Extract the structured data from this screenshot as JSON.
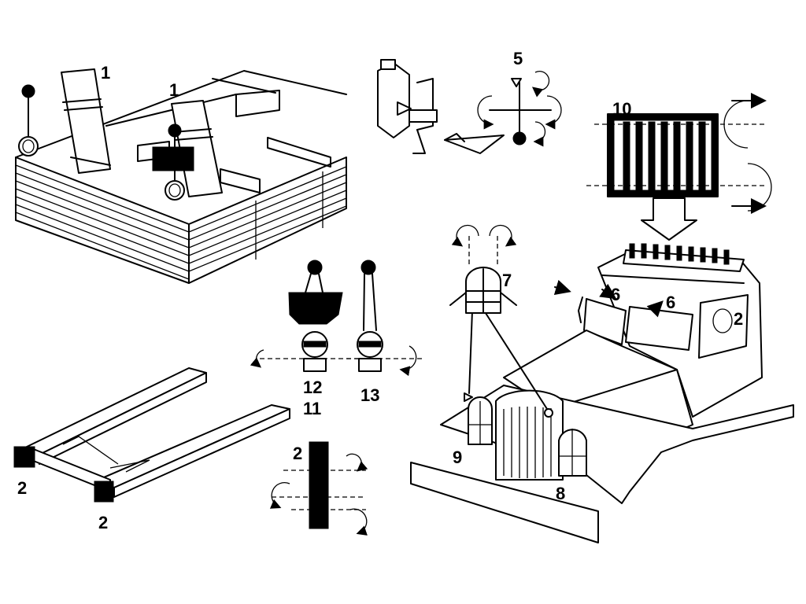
{
  "diagram": {
    "title": "",
    "colors": {
      "ink": "#000000",
      "paper": "#ffffff"
    },
    "labels": {
      "seat_left": "1",
      "seat_right": "1",
      "lever_steps": "5",
      "grille_top": "10",
      "window_grille": "7",
      "cab_lights_left": "6",
      "cab_lights_right": "6",
      "side_mirror": "2",
      "lever_assembly": "12",
      "lever_assembly_sub": "11",
      "lever_single": "13",
      "strip_part": "2",
      "frame_left": "2",
      "frame_right": "2",
      "tow_hook": "9",
      "bumper_bracket": "8"
    }
  }
}
